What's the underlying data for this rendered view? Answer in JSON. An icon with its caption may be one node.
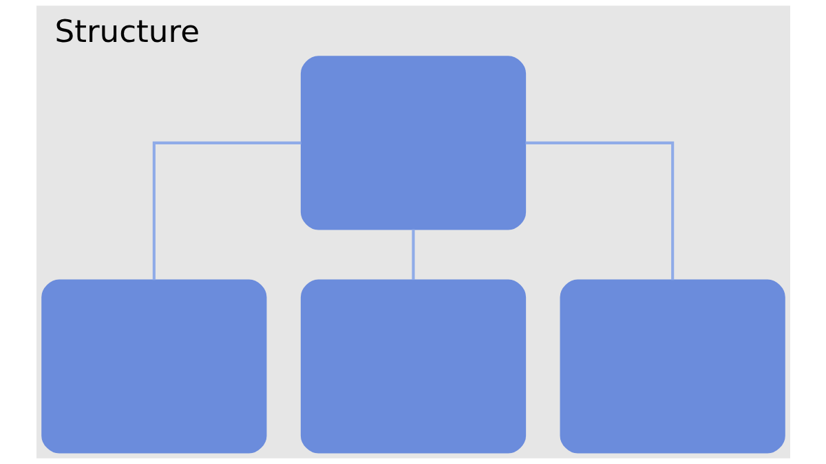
{
  "diagram": {
    "title": "Structure",
    "nodes": [
      {
        "text": [],
        "shape": "box"
      },
      {
        "text": [],
        "shape": "box"
      },
      {
        "text": [],
        "shape": "box"
      },
      {
        "text": [],
        "shape": "box"
      }
    ],
    "edges": [
      {
        "from": 0,
        "to": 1,
        "arrow": "none"
      },
      {
        "from": 0,
        "to": 2,
        "arrow": "none"
      },
      {
        "from": 0,
        "to": 3,
        "arrow": "none"
      }
    ]
  }
}
